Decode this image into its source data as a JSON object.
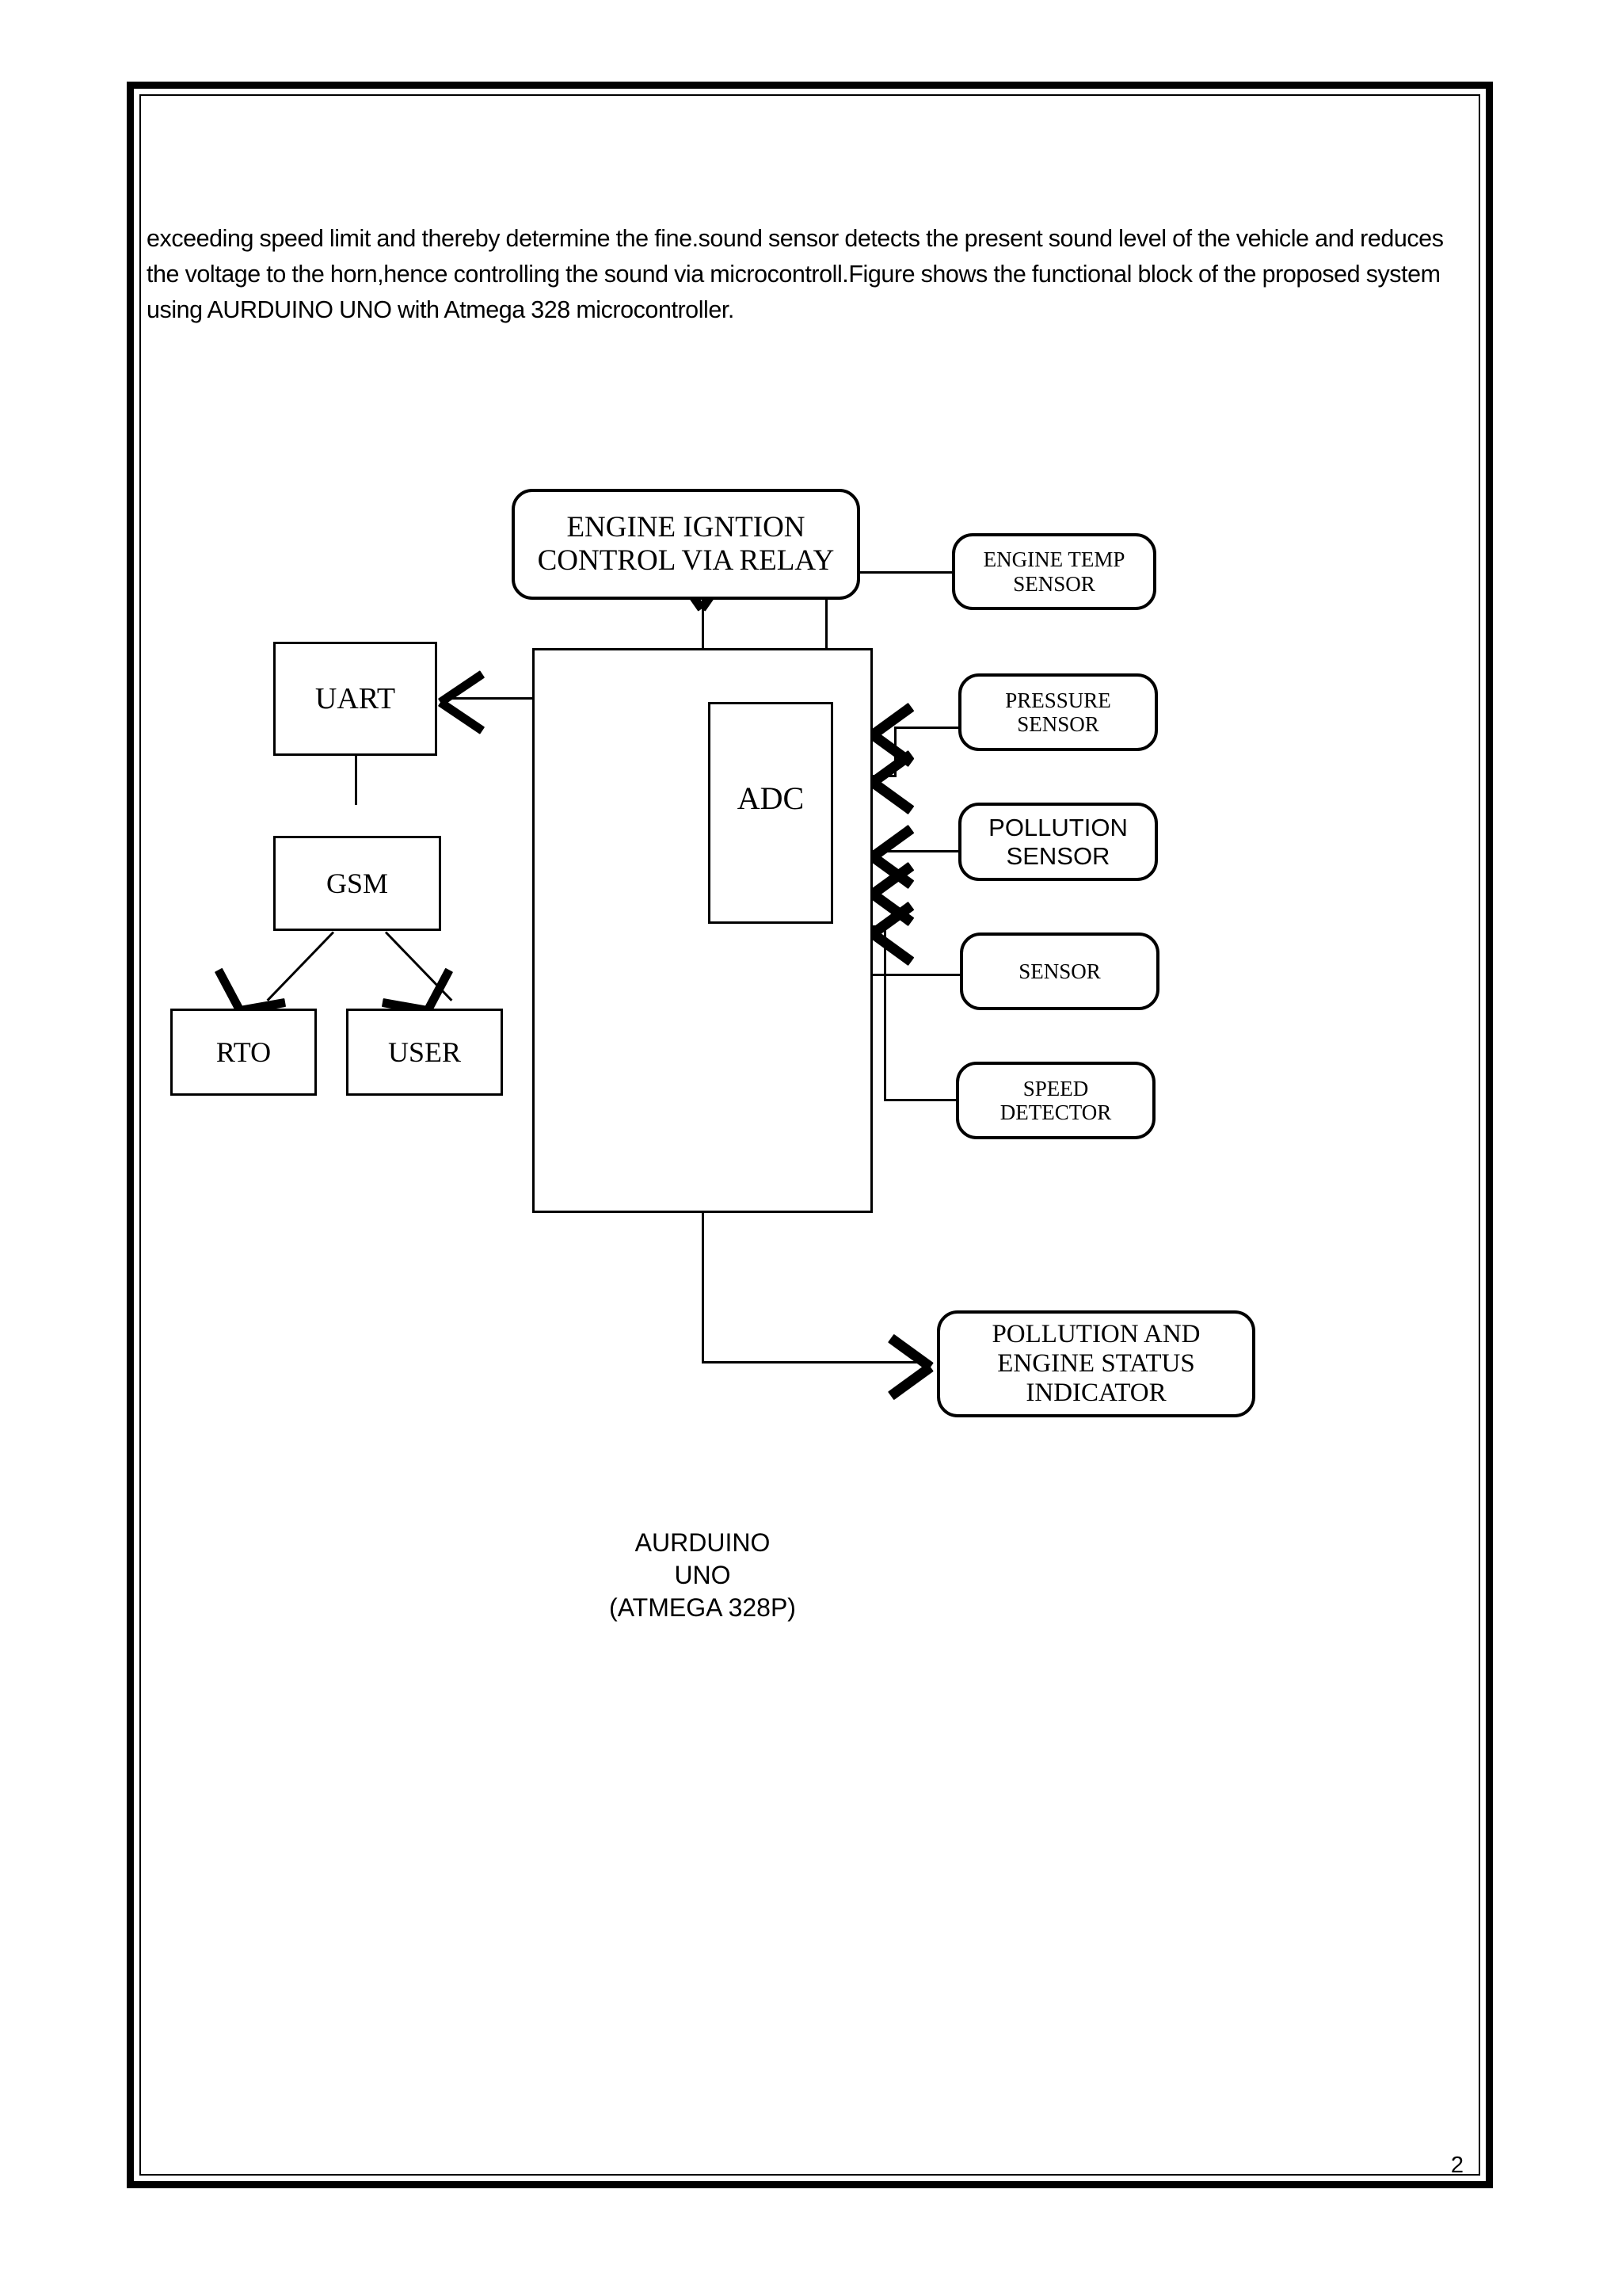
{
  "page": {
    "number": "2",
    "paragraph": "exceeding speed limit and thereby determine the fine.sound sensor detects the present sound level of the vehicle and reduces the voltage to the horn,hence controlling the sound via microcontroll.Figure shows the functional block of the proposed system using AURDUINO UNO with Atmega 328 microcontroller."
  },
  "diagram": {
    "type": "block-diagram",
    "nodes": {
      "ignition": {
        "label": "ENGINE IGNTION\nCONTROL VIA RELAY",
        "shape": "rounded-rect",
        "font": "serif"
      },
      "uart": {
        "label": "UART",
        "shape": "rect",
        "font": "serif"
      },
      "gsm": {
        "label": "GSM",
        "shape": "rect",
        "font": "serif"
      },
      "rto": {
        "label": "RTO",
        "shape": "rect",
        "font": "serif"
      },
      "user": {
        "label": "USER",
        "shape": "rect",
        "font": "serif"
      },
      "mcu": {
        "label": "AURDUINO\nUNO\n(ATMEGA 328P)",
        "shape": "rect",
        "font": "sans"
      },
      "adc": {
        "label": "ADC",
        "shape": "rect",
        "font": "serif"
      },
      "engine_temp_sensor": {
        "label": "ENGINE TEMP\nSENSOR",
        "shape": "rounded-rect",
        "font": "serif"
      },
      "pressure_sensor": {
        "label": "PRESSURE\nSENSOR",
        "shape": "rounded-rect",
        "font": "serif"
      },
      "pollution_sensor": {
        "label": "POLLUTION\nSENSOR",
        "shape": "rounded-rect",
        "font": "sans"
      },
      "sensor": {
        "label": "SENSOR",
        "shape": "rounded-rect",
        "font": "serif"
      },
      "speed_detector": {
        "label": "SPEED\nDETECTOR",
        "shape": "rounded-rect",
        "font": "serif"
      },
      "status_indicator": {
        "label": "POLLUTION AND\nENGINE STATUS\nINDICATOR",
        "shape": "rounded-rect",
        "font": "serif"
      }
    },
    "edges": [
      {
        "from": "mcu",
        "to": "ignition",
        "direction": "up"
      },
      {
        "from": "mcu",
        "to": "uart",
        "direction": "left"
      },
      {
        "from": "uart",
        "to": "gsm",
        "direction": "down"
      },
      {
        "from": "gsm",
        "to": "rto",
        "direction": "down-left"
      },
      {
        "from": "gsm",
        "to": "user",
        "direction": "down-right"
      },
      {
        "from": "engine_temp_sensor",
        "to": "mcu",
        "direction": "left"
      },
      {
        "from": "pressure_sensor",
        "to": "mcu",
        "direction": "left"
      },
      {
        "from": "pollution_sensor",
        "to": "mcu",
        "direction": "left"
      },
      {
        "from": "sensor",
        "to": "mcu",
        "direction": "left"
      },
      {
        "from": "speed_detector",
        "to": "mcu",
        "direction": "left"
      },
      {
        "from": "mcu",
        "to": "status_indicator",
        "direction": "down-right"
      }
    ]
  },
  "colors": {
    "ink": "#000000",
    "paper": "#ffffff"
  }
}
